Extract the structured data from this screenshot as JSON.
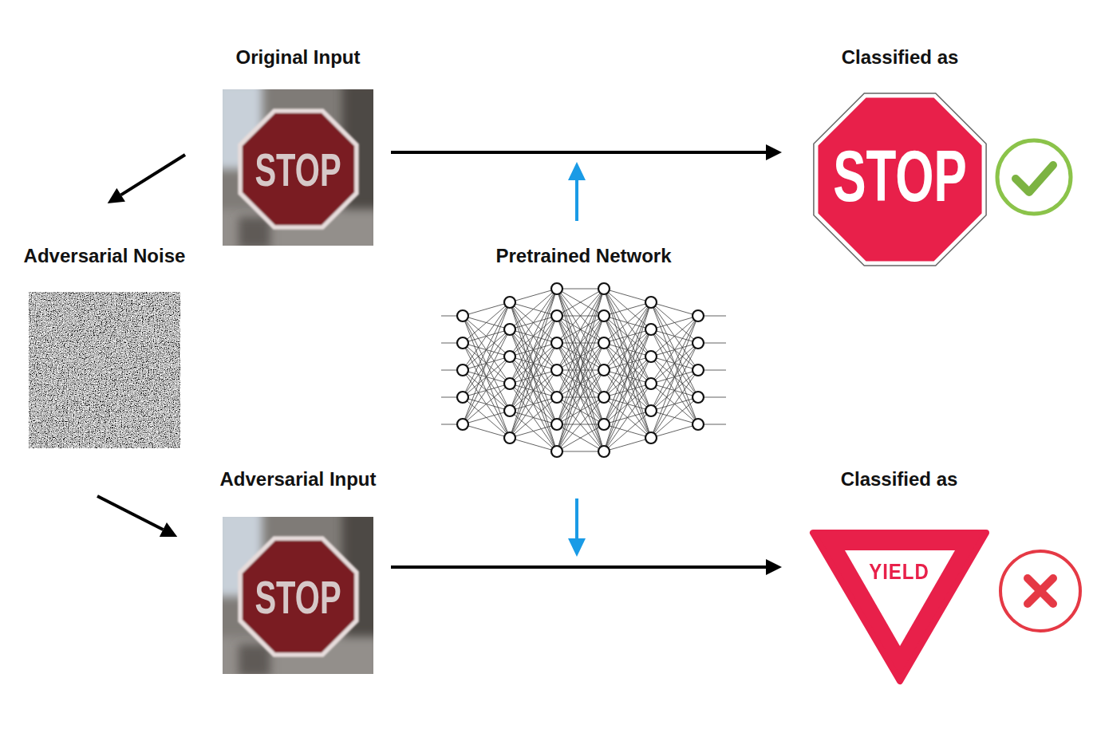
{
  "diagram": {
    "nodes": [
      {
        "text": [
          "Original Input",
          "STOP"
        ]
      },
      {
        "text": [
          "Classified as",
          "STOP"
        ]
      },
      {
        "text": [
          "Adversarial Noise"
        ]
      },
      {
        "text": [
          "Pretrained Network"
        ]
      },
      {
        "text": [
          "Adversarial Input",
          "STOP"
        ]
      },
      {
        "text": [
          "Classified as",
          "YIELD"
        ]
      }
    ],
    "edges": [
      {
        "from": 0,
        "to": 1,
        "arrow": "to"
      },
      {
        "from": 0,
        "to": 2,
        "arrow": "to"
      },
      {
        "from": 2,
        "to": 4,
        "arrow": "to"
      },
      {
        "from": 4,
        "to": 5,
        "arrow": "to"
      }
    ]
  }
}
